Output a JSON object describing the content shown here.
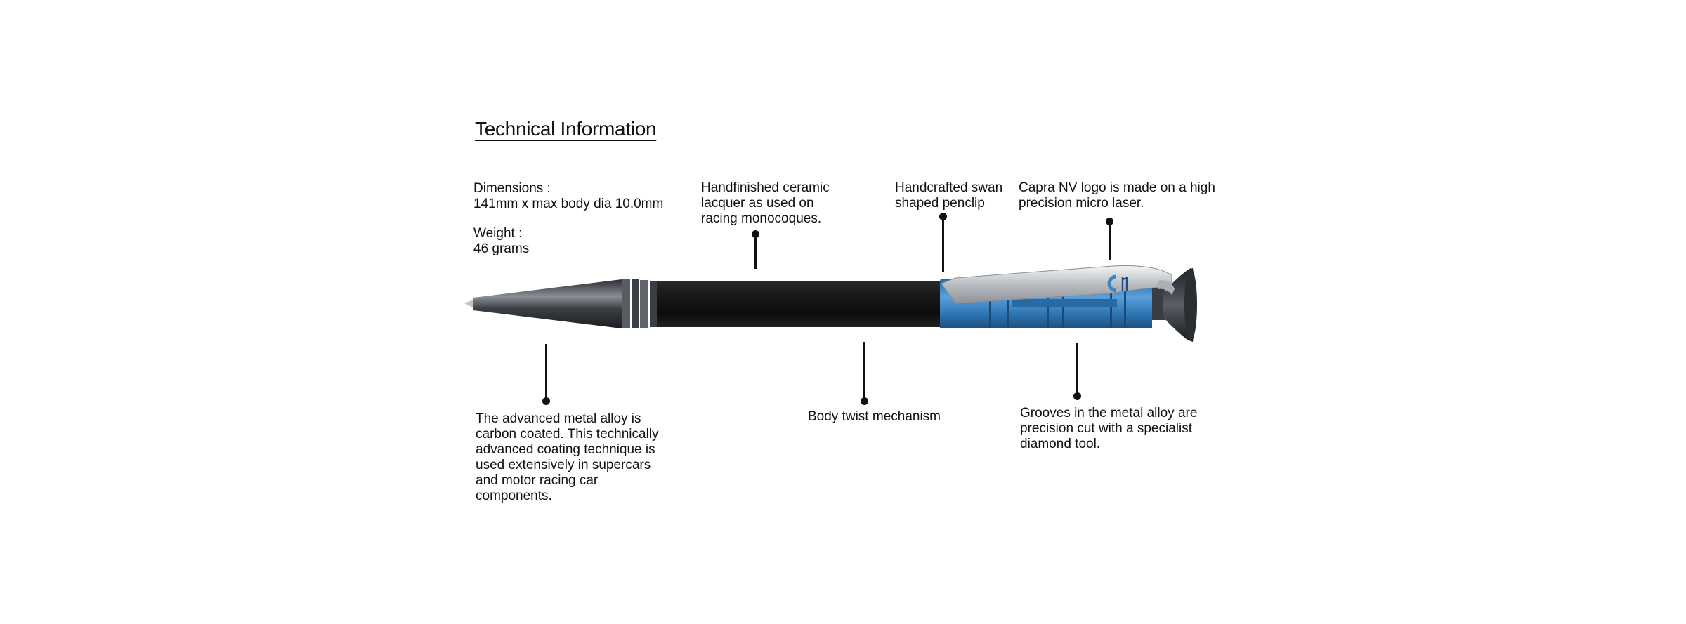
{
  "title": "Technical Information",
  "specs": {
    "dimensions_label": "Dimensions :",
    "dimensions_value": "141mm x max body dia 10.0mm",
    "weight_label": "Weight :",
    "weight_value": "46 grams"
  },
  "callouts": {
    "lacquer": "Handfinished ceramic\nlacquer as used on\nracing monocoques.",
    "clip": "Handcrafted swan\nshaped penclip",
    "logo": "Capra NV logo is made on a high\nprecision micro laser.",
    "alloy": "The advanced metal alloy is\ncarbon coated. This technically\nadvanced coating technique is\nused extensively in supercars\nand motor racing car\ncomponents.",
    "twist": "Body twist mechanism",
    "grooves": "Grooves in the metal alloy are\nprecision cut with a specialist\ndiamond tool."
  },
  "colors": {
    "accent_blue": "#3f86c4",
    "body_black": "#151515",
    "tip_gunmetal": "#4d5157"
  }
}
